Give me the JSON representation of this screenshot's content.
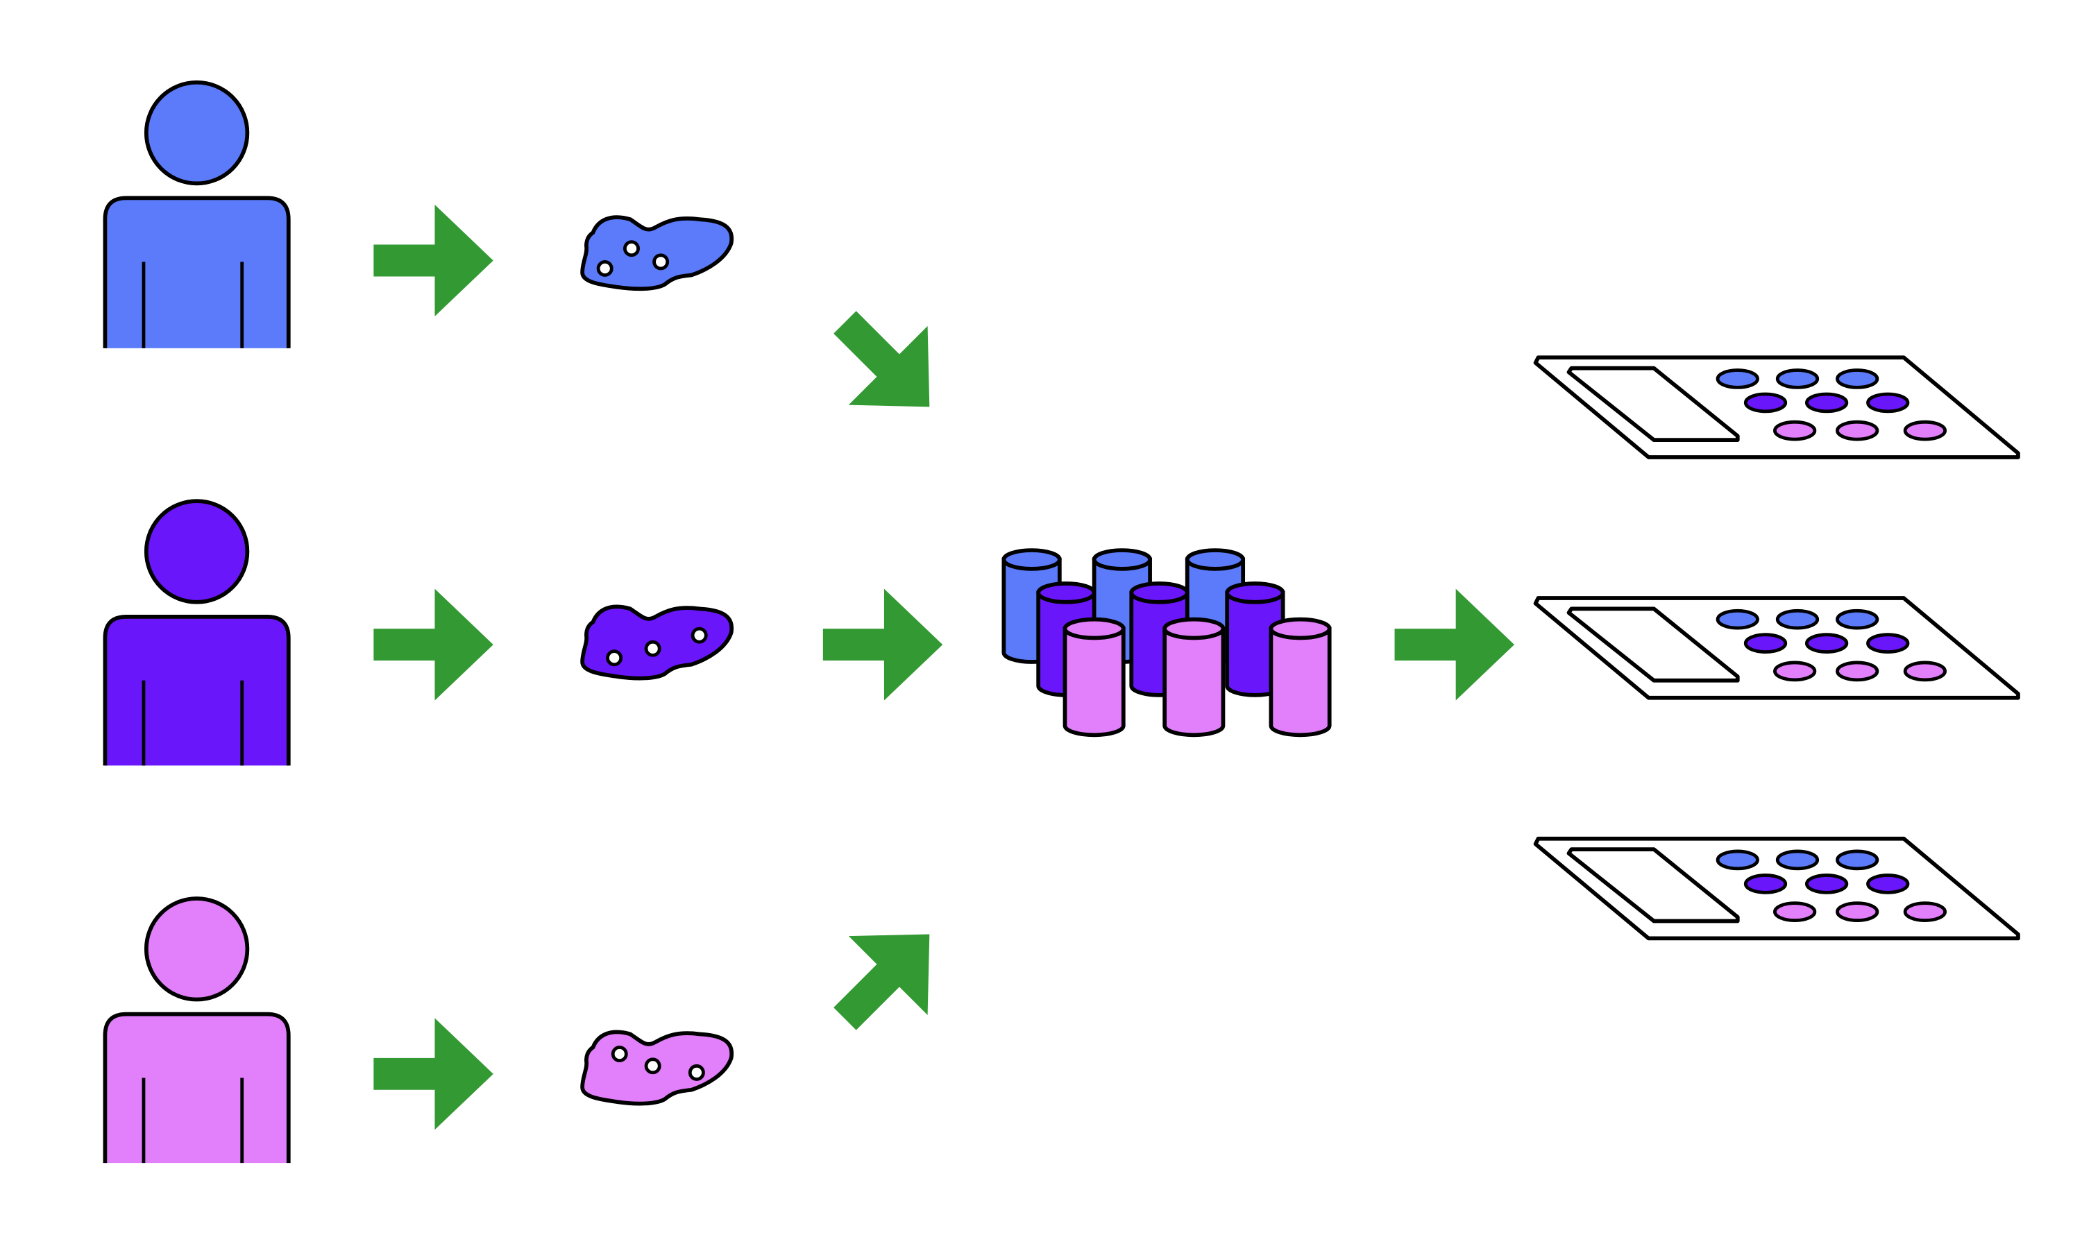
{
  "colors": {
    "blue": "#5b7bfb",
    "purple": "#6a16fb",
    "pink": "#e27ffb",
    "arrow": "#339933",
    "outline": "#000000",
    "background": "#ffffff"
  },
  "icons": {
    "donor": "person-icon",
    "sample": "tissue-sample-icon",
    "pooled": "sample-tubes-icon",
    "arrow": "arrow-icon",
    "slide": "slide-icon"
  },
  "donors": [
    {
      "id": "donor-1",
      "color": "#5b7bfb"
    },
    {
      "id": "donor-2",
      "color": "#6a16fb"
    },
    {
      "id": "donor-3",
      "color": "#e27ffb"
    }
  ],
  "slide_count": 3,
  "tube_color_order": [
    "#5b7bfb",
    "#5b7bfb",
    "#5b7bfb",
    "#6a16fb",
    "#6a16fb",
    "#6a16fb",
    "#e27ffb",
    "#e27ffb",
    "#e27ffb"
  ]
}
